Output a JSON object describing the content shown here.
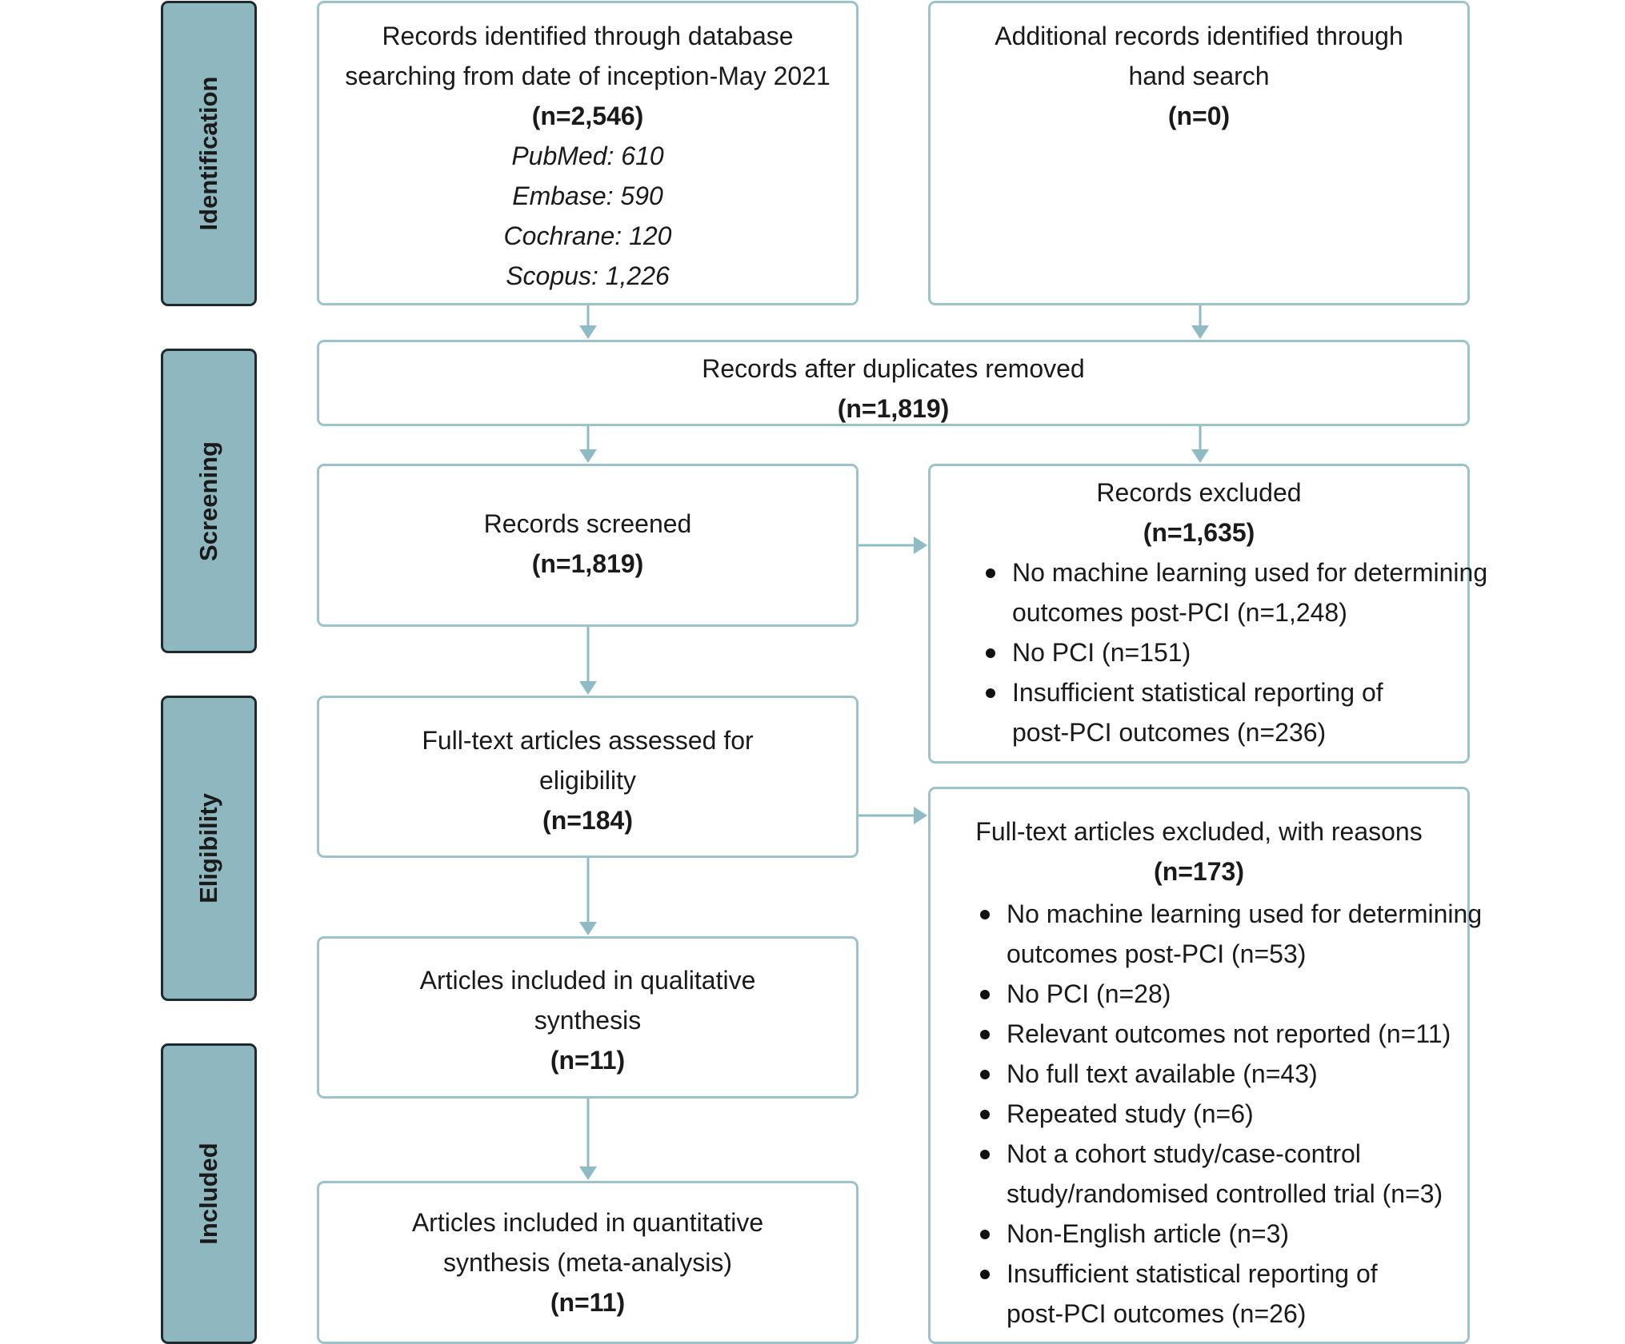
{
  "stages": {
    "identification": "Identification",
    "screening": "Screening",
    "eligibility": "Eligibility",
    "included": "Included"
  },
  "boxes": {
    "database_search": {
      "line1": "Records identified through database",
      "line2": "searching from date of inception-May 2021",
      "count": "(n=2,546)",
      "sources": [
        "PubMed: 610",
        "Embase: 590",
        "Cochrane: 120",
        "Scopus: 1,226"
      ]
    },
    "hand_search": {
      "line1": "Additional records identified through",
      "line2": "hand search",
      "count": "(n=0)"
    },
    "after_duplicates": {
      "line1": "Records after duplicates removed",
      "count": "(n=1,819)"
    },
    "screened": {
      "line1": "Records screened",
      "count": "(n=1,819)"
    },
    "records_excluded": {
      "line1": "Records excluded",
      "count": "(n=1,635)",
      "reasons": [
        [
          "No machine learning used for determining",
          "outcomes post-PCI (n=1,248)"
        ],
        [
          "No PCI (n=151)"
        ],
        [
          "Insufficient statistical reporting of",
          "post-PCI outcomes (n=236)"
        ]
      ]
    },
    "fulltext_assessed": {
      "line1": "Full-text articles assessed for",
      "line2": "eligibility",
      "count": "(n=184)"
    },
    "fulltext_excluded": {
      "line1": "Full-text articles excluded, with reasons",
      "count": "(n=173)",
      "reasons": [
        [
          "No machine learning used for determining",
          "outcomes post-PCI (n=53)"
        ],
        [
          "No PCI (n=28)"
        ],
        [
          "Relevant outcomes not reported (n=11)"
        ],
        [
          "No full text available (n=43)"
        ],
        [
          "Repeated study (n=6)"
        ],
        [
          "Not a cohort study/case-control",
          "study/randomised controlled trial (n=3)"
        ],
        [
          "Non-English article (n=3)"
        ],
        [
          "Insufficient statistical reporting of",
          "post-PCI outcomes (n=26)"
        ]
      ]
    },
    "qualitative": {
      "line1": "Articles included in qualitative",
      "line2": "synthesis",
      "count": "(n=11)"
    },
    "quantitative": {
      "line1": "Articles included in quantitative",
      "line2": "synthesis (meta-analysis)",
      "count": "(n=11)"
    }
  },
  "colors": {
    "stage_fill": "#8fb7bf",
    "stage_border": "#1f2a2c",
    "box_border": "#9cc3ca",
    "arrow": "#8fbcc4"
  }
}
